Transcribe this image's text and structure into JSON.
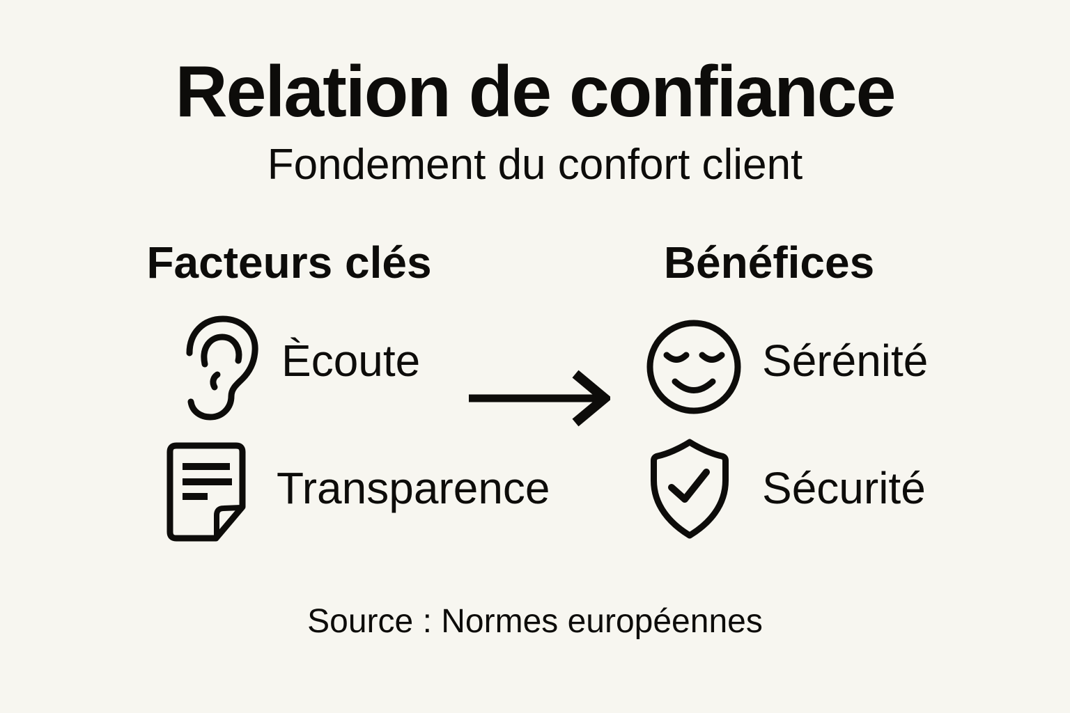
{
  "canvas": {
    "background": "#F7F6F0",
    "ink": "#0D0C0A"
  },
  "header": {
    "title": "Relation de confiance",
    "subtitle": "Fondement du confort client"
  },
  "columns": {
    "left": {
      "heading": "Facteurs clés",
      "items": [
        {
          "icon": "ear-icon",
          "label": "Ècoute"
        },
        {
          "icon": "document-icon",
          "label": "Transparence"
        }
      ]
    },
    "right": {
      "heading": "Bénéfices",
      "items": [
        {
          "icon": "calm-face-icon",
          "label": "Sérénité"
        },
        {
          "icon": "shield-check-icon",
          "label": "Sécurité"
        }
      ]
    }
  },
  "relation": {
    "arrow_icon": "right-arrow-icon"
  },
  "footer": {
    "source": "Source : Normes européennes"
  }
}
